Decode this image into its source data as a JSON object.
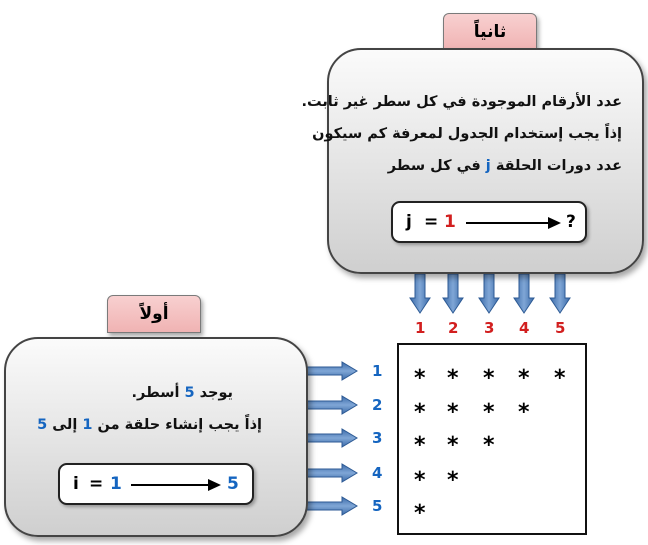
{
  "second": {
    "tab": "ثانياً",
    "line1": "عدد الأرقام الموجودة في كل سطر غير ثابت.",
    "line2": "إذاً يجب إستخدام الجدول لمعرفة كم سيكون",
    "line3_prefix": "عدد دورات الحلقة ",
    "line3_var": "j",
    "line3_suffix": " في كل سطر",
    "formula": {
      "var": "j",
      "eq": "=",
      "start": "1",
      "end": "?"
    }
  },
  "first": {
    "tab": "أولاً",
    "line1_prefix": "يوجد ",
    "line1_num": "5",
    "line1_suffix": " أسطر.",
    "line2_prefix": "إذاً يجب إنشاء حلقة من ",
    "line2_from": "1",
    "line2_mid": " إلى ",
    "line2_to": "5",
    "formula": {
      "var": "i",
      "eq": "=",
      "start": "1",
      "end": "5"
    }
  },
  "grid": {
    "columns": [
      "1",
      "2",
      "3",
      "4",
      "5"
    ],
    "rows": [
      "1",
      "2",
      "3",
      "4",
      "5"
    ],
    "star_counts": [
      5,
      4,
      3,
      2,
      1
    ],
    "star_char": "*"
  },
  "colors": {
    "blue": "#1565c0",
    "red": "#d21f1f",
    "arrow": "#4f81bd"
  }
}
